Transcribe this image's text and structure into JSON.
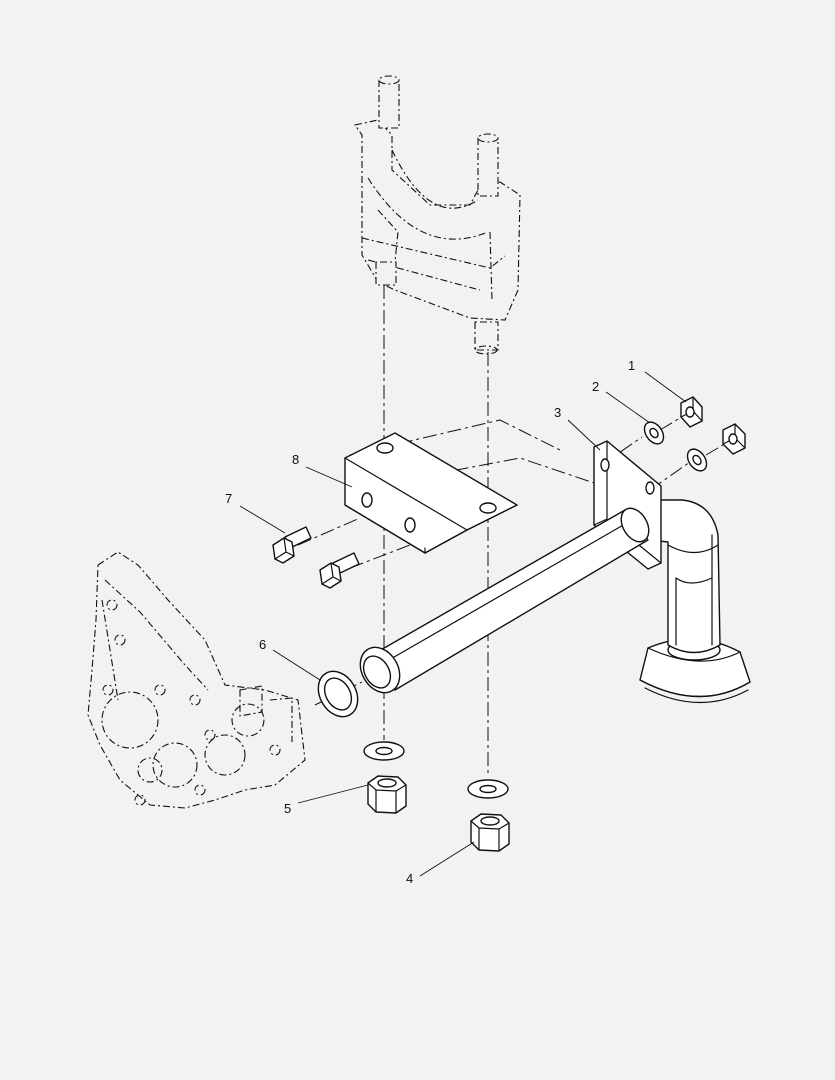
{
  "callouts": [
    {
      "id": "c1",
      "label": "1"
    },
    {
      "id": "c2",
      "label": "2"
    },
    {
      "id": "c3",
      "label": "3"
    },
    {
      "id": "c4",
      "label": "4"
    },
    {
      "id": "c5",
      "label": "5"
    },
    {
      "id": "c6",
      "label": "6"
    },
    {
      "id": "c7",
      "label": "7"
    },
    {
      "id": "c8",
      "label": "8"
    }
  ],
  "colors": {
    "background": "#f2f2f2",
    "line": "#111111",
    "part_fill": "#ffffff"
  }
}
